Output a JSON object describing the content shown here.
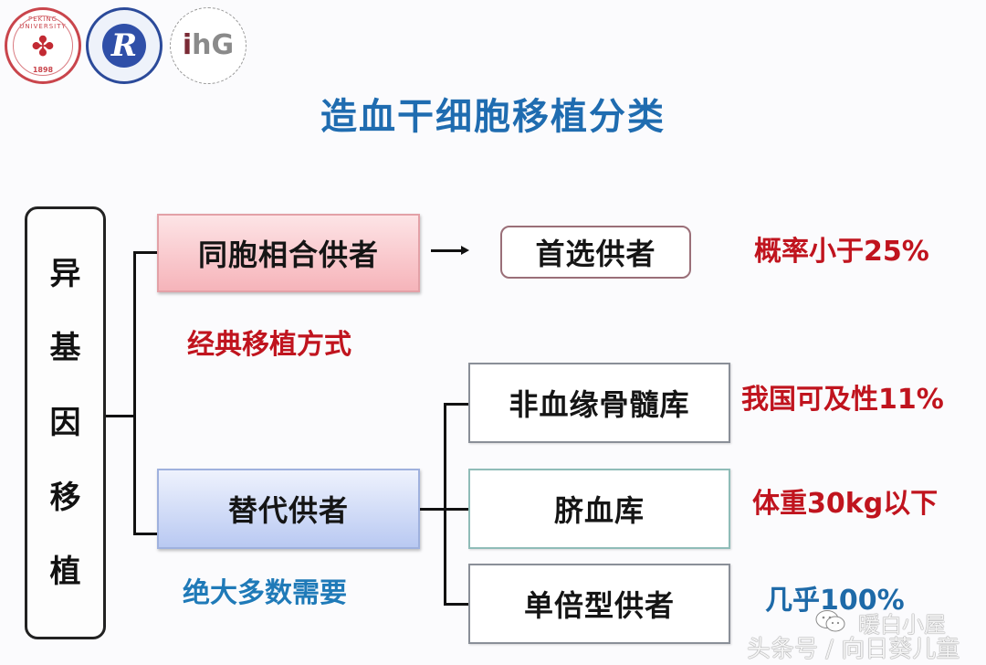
{
  "logos": [
    {
      "name": "peking-university-logo",
      "ring_text": "PEKING UNIVERSITY",
      "year": "1898",
      "glyph": "✤"
    },
    {
      "name": "renmin-hospital-logo",
      "glyph": "R"
    },
    {
      "name": "ihg-logo",
      "glyph_main": "i",
      "glyph_rest": "hG"
    }
  ],
  "title": "造血干细胞移植分类",
  "root": {
    "label_chars": [
      "异",
      "基",
      "因",
      "移",
      "植"
    ]
  },
  "branches": {
    "sibling": {
      "label": "同胞相合供者",
      "caption": "经典移植方式",
      "target": "首选供者",
      "note": "概率小于25%"
    },
    "alternative": {
      "label": "替代供者",
      "caption": "绝大多数需要",
      "children": [
        {
          "label": "非血缘骨髓库",
          "note": "我国可及性11%"
        },
        {
          "label": "脐血库",
          "note": "体重30kg以下"
        },
        {
          "label": "单倍型供者",
          "note": "几乎100%"
        }
      ]
    }
  },
  "colors": {
    "title": "#1f6cb0",
    "red_note": "#c0141e",
    "blue_note": "#1f7ab8",
    "pink_box": "#f6b4ba",
    "blue_box": "#b9c9f2"
  },
  "watermark": {
    "account": "暖白小屋",
    "source": "头条号 / 向日葵儿童"
  }
}
